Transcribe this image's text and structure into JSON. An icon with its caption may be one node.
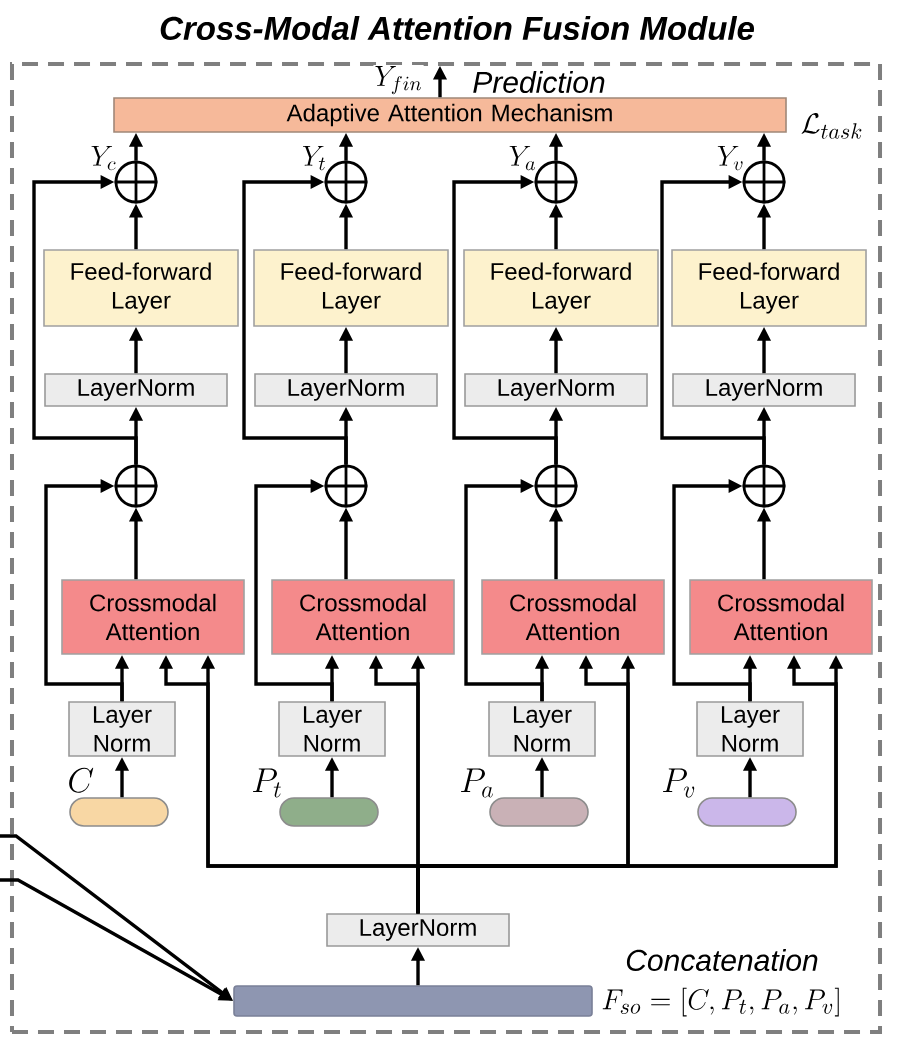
{
  "diagram": {
    "nodes": [
      {
        "text": [
          "Cross-Modal Attention Fusion Module"
        ]
      },
      {
        "text": [
          "Prediction"
        ],
        "in": 0
      },
      {
        "text": [
          "Adaptive Attention Mechanism"
        ],
        "beside": [
          "\\mathcal{L}_{task}"
        ],
        "in": 0
      },
      {
        "text": [],
        "shape": "circle",
        "in": 0
      },
      {
        "text": [],
        "shape": "circle",
        "in": 0
      },
      {
        "text": [],
        "shape": "circle",
        "in": 0
      },
      {
        "text": [],
        "shape": "circle",
        "in": 0
      },
      {
        "text": [
          "Feed-forward Layer"
        ],
        "in": 0
      },
      {
        "text": [
          "Feed-forward Layer"
        ],
        "in": 0
      },
      {
        "text": [
          "Feed-forward Layer"
        ],
        "in": 0
      },
      {
        "text": [
          "Feed-forward Layer"
        ],
        "in": 0
      },
      {
        "text": [
          "LayerNorm"
        ],
        "in": 0
      },
      {
        "text": [
          "LayerNorm"
        ],
        "in": 0
      },
      {
        "text": [
          "LayerNorm"
        ],
        "in": 0
      },
      {
        "text": [
          "LayerNorm"
        ],
        "in": 0
      },
      {
        "text": [],
        "shape": "circle",
        "in": 0
      },
      {
        "text": [],
        "shape": "circle",
        "in": 0
      },
      {
        "text": [],
        "shape": "circle",
        "in": 0
      },
      {
        "text": [],
        "shape": "circle",
        "in": 0
      },
      {
        "text": [
          "Crossmodal Attention"
        ],
        "in": 0
      },
      {
        "text": [
          "Crossmodal Attention"
        ],
        "in": 0
      },
      {
        "text": [
          "Crossmodal Attention"
        ],
        "in": 0
      },
      {
        "text": [
          "Crossmodal Attention"
        ],
        "in": 0
      },
      {
        "text": [
          "Layer Norm"
        ],
        "in": 0
      },
      {
        "text": [
          "Layer Norm"
        ],
        "in": 0
      },
      {
        "text": [
          "Layer Norm"
        ],
        "in": 0
      },
      {
        "text": [
          "Layer Norm"
        ],
        "in": 0
      },
      {
        "text": [],
        "shape": "box",
        "beside": [
          "C"
        ],
        "in": 0
      },
      {
        "text": [],
        "shape": "box",
        "beside": [
          "P_t"
        ],
        "in": 0
      },
      {
        "text": [],
        "shape": "box",
        "beside": [
          "P_a"
        ],
        "in": 0
      },
      {
        "text": [],
        "shape": "box",
        "beside": [
          "P_v"
        ],
        "in": 0
      },
      {
        "text": [
          "LayerNorm"
        ],
        "in": 0
      },
      {
        "text": [],
        "shape": "bar",
        "beside": [
          "Concatenation",
          "F_{so} = [C, P_t, P_a, P_v]"
        ],
        "in": 0
      }
    ],
    "edges": [
      {
        "from": 2,
        "to": 1,
        "arrow": "to",
        "label": "Y_{fin}"
      },
      {
        "from": 3,
        "to": 2,
        "arrow": "to",
        "label": "Y_c"
      },
      {
        "from": 4,
        "to": 2,
        "arrow": "to",
        "label": "Y_t"
      },
      {
        "from": 5,
        "to": 2,
        "arrow": "to",
        "label": "Y_a"
      },
      {
        "from": 6,
        "to": 2,
        "arrow": "to",
        "label": "Y_v"
      },
      {
        "from": 7,
        "to": 3,
        "arrow": "to"
      },
      {
        "from": 8,
        "to": 4,
        "arrow": "to"
      },
      {
        "from": 9,
        "to": 5,
        "arrow": "to"
      },
      {
        "from": 10,
        "to": 6,
        "arrow": "to"
      },
      {
        "from": 15,
        "to": 3,
        "arrow": "to"
      },
      {
        "from": 16,
        "to": 4,
        "arrow": "to"
      },
      {
        "from": 17,
        "to": 5,
        "arrow": "to"
      },
      {
        "from": 18,
        "to": 6,
        "arrow": "to"
      },
      {
        "from": 11,
        "to": 7,
        "arrow": "to"
      },
      {
        "from": 12,
        "to": 8,
        "arrow": "to"
      },
      {
        "from": 13,
        "to": 9,
        "arrow": "to"
      },
      {
        "from": 14,
        "to": 10,
        "arrow": "to"
      },
      {
        "from": 15,
        "to": 11,
        "arrow": "to"
      },
      {
        "from": 16,
        "to": 12,
        "arrow": "to"
      },
      {
        "from": 17,
        "to": 13,
        "arrow": "to"
      },
      {
        "from": 18,
        "to": 14,
        "arrow": "to"
      },
      {
        "from": 19,
        "to": 15,
        "arrow": "to"
      },
      {
        "from": 20,
        "to": 16,
        "arrow": "to"
      },
      {
        "from": 21,
        "to": 17,
        "arrow": "to"
      },
      {
        "from": 22,
        "to": 18,
        "arrow": "to"
      },
      {
        "from": 23,
        "to": 15,
        "arrow": "to"
      },
      {
        "from": 24,
        "to": 16,
        "arrow": "to"
      },
      {
        "from": 25,
        "to": 17,
        "arrow": "to"
      },
      {
        "from": 26,
        "to": 18,
        "arrow": "to"
      },
      {
        "from": 23,
        "to": 19,
        "arrow": "to"
      },
      {
        "from": 24,
        "to": 20,
        "arrow": "to"
      },
      {
        "from": 25,
        "to": 21,
        "arrow": "to"
      },
      {
        "from": 26,
        "to": 22,
        "arrow": "to"
      },
      {
        "from": 27,
        "to": 23,
        "arrow": "to"
      },
      {
        "from": 28,
        "to": 24,
        "arrow": "to"
      },
      {
        "from": 29,
        "to": 25,
        "arrow": "to"
      },
      {
        "from": 30,
        "to": 26,
        "arrow": "to"
      },
      {
        "from": 31,
        "to": 19,
        "arrow": "to"
      },
      {
        "from": 31,
        "to": 19,
        "arrow": "to"
      },
      {
        "from": 31,
        "to": 20,
        "arrow": "to"
      },
      {
        "from": 31,
        "to": 20,
        "arrow": "to"
      },
      {
        "from": 31,
        "to": 21,
        "arrow": "to"
      },
      {
        "from": 31,
        "to": 21,
        "arrow": "to"
      },
      {
        "from": 31,
        "to": 22,
        "arrow": "to"
      },
      {
        "from": 31,
        "to": 22,
        "arrow": "to"
      },
      {
        "from": 32,
        "to": 31,
        "arrow": "to"
      },
      {
        "from": null,
        "to": 32,
        "arrow": "to"
      },
      {
        "from": null,
        "to": 32,
        "arrow": "to"
      }
    ]
  }
}
